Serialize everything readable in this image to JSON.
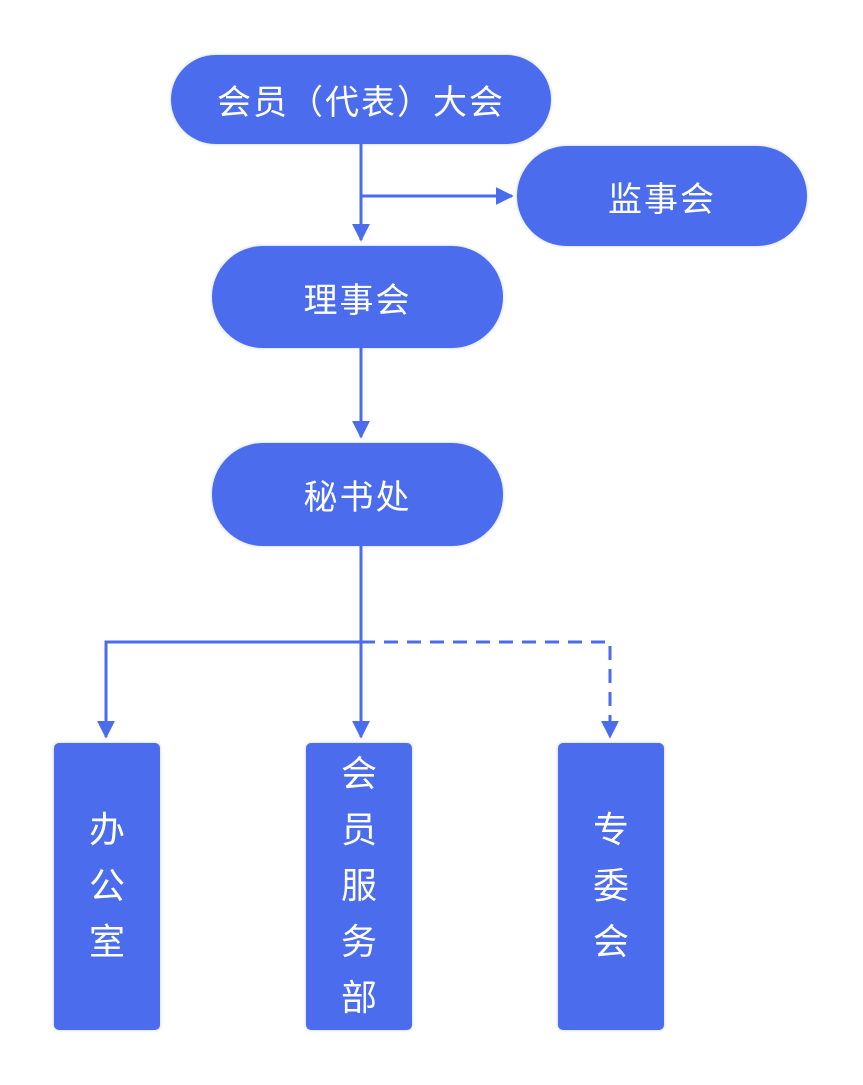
{
  "colors": {
    "node_fill": "#4a6ced",
    "node_text": "#ffffff",
    "connector": "#4a6ced"
  },
  "nodes": {
    "general_assembly": "会员（代表）大会",
    "board_of_supervisors": "监事会",
    "council": "理事会",
    "secretariat": "秘书处",
    "office": "办公室",
    "member_services": "会员服务部",
    "special_committee": "专委会"
  }
}
